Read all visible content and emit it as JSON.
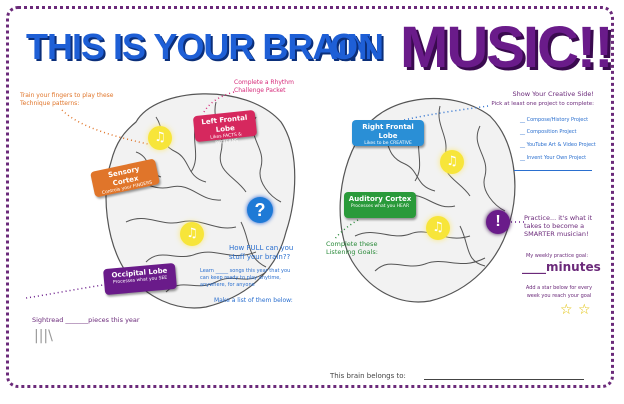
{
  "title": {
    "left": "THIS IS YOUR BRAIN",
    "on": "ON",
    "music": "MUSIC!!"
  },
  "notes": {
    "train": "Train your fingers to play these Technique patterns:",
    "rhythm": "Complete a Rhythm Challenge Packet",
    "creative_title": "Show Your Creative Side!",
    "creative_sub": "Pick at least one project to complete:",
    "projects": [
      "__ Compose/History Project",
      "__ Composition Project",
      "__ YouTube Art & Video Project",
      "__ Invent Your Own Project"
    ],
    "how_full": "How FULL can you stuff your brain??",
    "learn": "Learn _____ songs this year that you can keep ready to play anytime, anywhere, for anyone",
    "list": "Make a list of them below:",
    "listening": "Complete these Listening Goals:",
    "practice": "Practice... it's what it takes to become a SMARTER musician!",
    "weekly": "My weekly practice goal:",
    "minutes": "____minutes",
    "star": "Add a star below for every week you reach your goal",
    "sightread": "Sightread _______pieces this year",
    "tally": "|||\\",
    "belongs": "This brain belongs to:"
  },
  "labels": {
    "left_frontal": {
      "title": "Left Frontal Lobe",
      "sub": "Likes FACTS & PATTERNS"
    },
    "sensory": {
      "title": "Sensory Cortex",
      "sub": "Controls your FINGERS"
    },
    "occipital": {
      "title": "Occipital Lobe",
      "sub": "Processes what you SEE"
    },
    "right_frontal": {
      "title": "Right Frontal Lobe",
      "sub": "Likes to be CREATIVE"
    },
    "auditory": {
      "title": "Auditory Cortex",
      "sub": "Processes what you HEAR"
    }
  },
  "icons": {
    "question": "?",
    "exclaim": "!",
    "note": "♫",
    "star": "☆"
  },
  "colors": {
    "title_blue": "#1e5fd6",
    "music_purple": "#6a1b8a",
    "frame": "#6b2a7a",
    "left_frontal": "#d6285e",
    "sensory": "#e0752a",
    "occipital": "#6a1b8a",
    "right_frontal": "#2a8fd6",
    "auditory": "#2a9a3a"
  }
}
